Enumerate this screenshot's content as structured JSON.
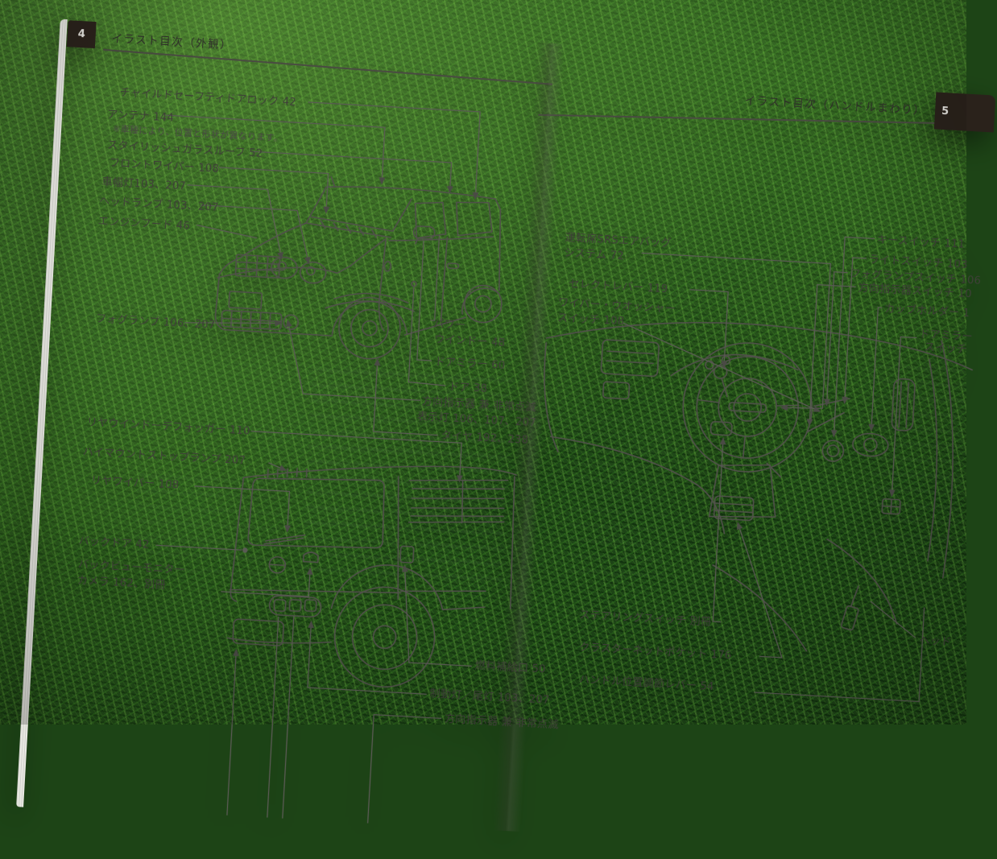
{
  "photo": {
    "background": "artificial-grass",
    "grass_color": "#1d4416",
    "page_color": "#eeeee9",
    "ink_color": "#3f3f39",
    "tab_color": "#2a221b"
  },
  "left_page": {
    "tab_number": "4",
    "header_title": "イラスト目次（外観）",
    "front_labels": {
      "child_safety_door_lock": "チャイルドセーフティドアロック 42",
      "antenna": "アンテナ 144",
      "antenna_note": "※車種により、位置と形状が異なります。",
      "stylish_glass_roof": "スタイリッシュガラスルーフ 52",
      "front_wiper": "フロントワイパー 108",
      "clearance_lamp": "車幅灯103、207",
      "headlamp": "ヘッドランプ 103、207",
      "engine_hood": "エンジンフード 46",
      "fog_lamp": "フォグランプ 106、207",
      "power_window_line1": "パワー",
      "power_window_line2": "ウインドー 48",
      "door_mirror": "ドアミラー 60",
      "door": "ドア 38",
      "turn_signal_line1": "方向指示器 兼 非常点滅",
      "turn_signal_line2": "表示灯 106、107、207",
      "tire": "タイヤ 192、238"
    },
    "rear_labels": {
      "rear_window_defogger": "リヤウインドーデフォッガー 110",
      "high_mount_stop_lamp": "ハイマウントストップランプ 207",
      "rear_wiper": "リヤワイパー 108",
      "back_door": "バックドア 42",
      "back_view_monitor_line1": "バックビューモニター",
      "back_view_monitor_line2": "カメラ 162、別冊",
      "fuel_filler": "燃料補給口 50",
      "brake_tail_lamp": "制動灯／尾灯 103、207",
      "turn_signal_partial": "方向指示器 兼 非常点滅"
    }
  },
  "right_page": {
    "tab_number": "5",
    "header_title": "イラスト目次（ハンドルまわり）",
    "labels": {
      "srs_airbag_line1": "運転席SRSエアバッグ",
      "srs_airbag_line2": "システム 72",
      "select_lever": "セレクトレバー 119",
      "wiper_washer_line1": "ワイパー・ウオッシャー",
      "wiper_washer_line2": "スイッチ 108",
      "key_switch": "キースイッチ 111",
      "light_switch": "ライトスイッチ 103",
      "fog_lamp_switch": "フォグランプスイッチ 106",
      "turn_signal_switch": "方向指示器スイッチ 10",
      "cup_holder": "カップホルダー 1",
      "door_mirror_switch_line1": "ドアミラー",
      "door_mirror_switch_line2": "スイッチ",
      "steering_switch": "ステアリングスイッチ 別冊",
      "cluster_net_pocket": "クラスターネットポケット 176",
      "handle_position_lever": "ハンドル位置調節レバー 54",
      "headlamp_partial": "ヘッド"
    }
  }
}
